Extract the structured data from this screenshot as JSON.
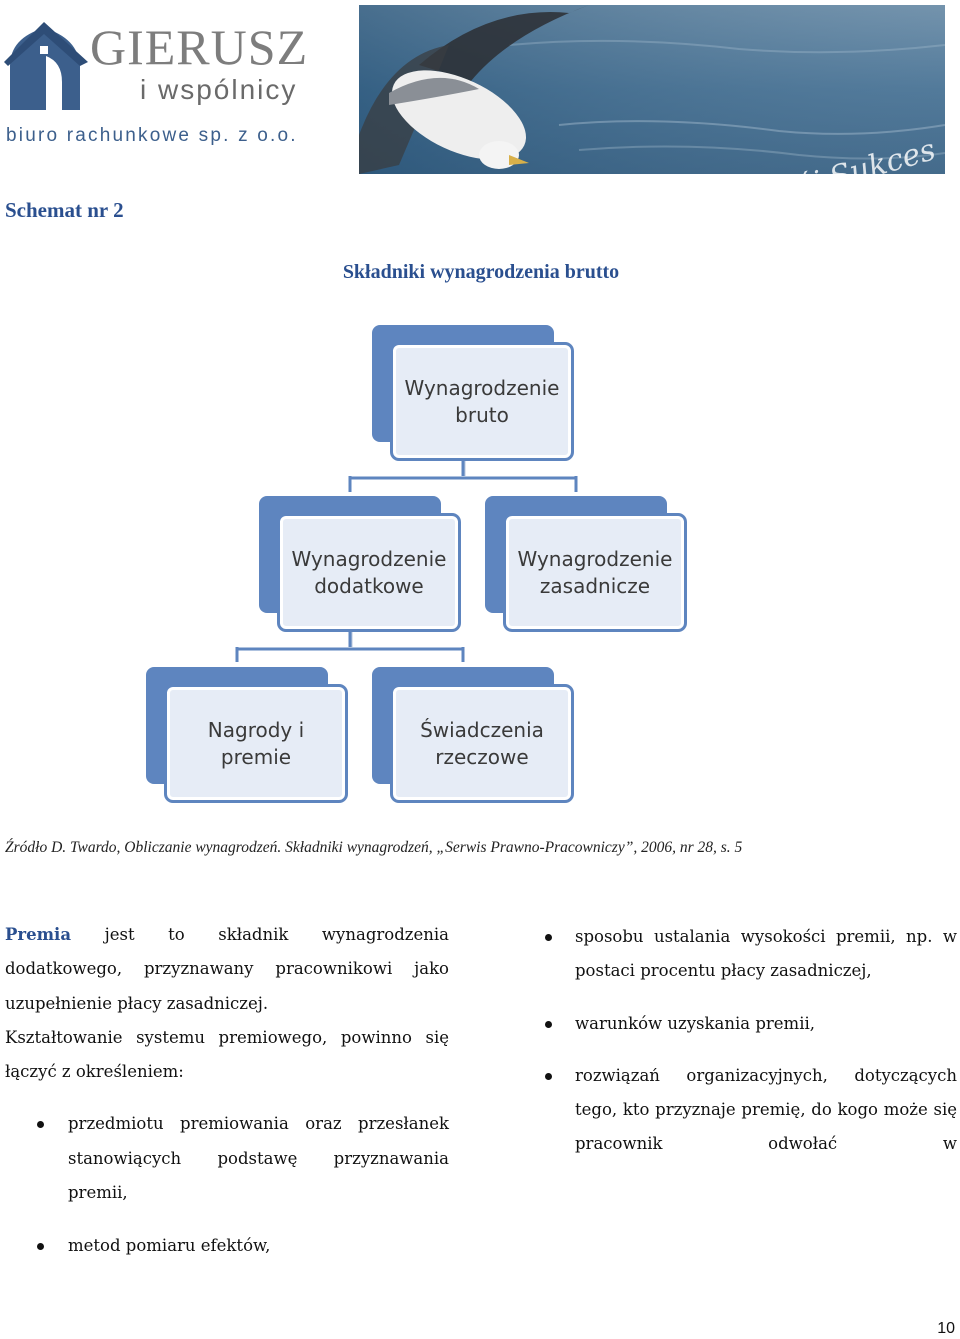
{
  "header": {
    "logo": {
      "name": "GIERUSZ",
      "sub": "i wspólnicy",
      "tagline": "biuro rachunkowe sp. z o.o."
    },
    "banner_slogan": "Wyliczymy Twój Sukces",
    "colors": {
      "brand_blue": "#2a4f8f",
      "diagram_blue": "#5e85bf",
      "box_fill": "#e6ecf6"
    }
  },
  "schemat_label": "Schemat nr 2",
  "diagram": {
    "title": "Składniki wynagrodzenia brutto",
    "nodes": {
      "root": "Wynagrodzenie\nbruto",
      "dodatkowe": "Wynagrodzenie\ndodatkowe",
      "zasadnicze": "Wynagrodzenie\nzasadnicze",
      "nagrody": "Nagrody i\npremie",
      "swiadczenia": "Świadczenia\nrzeczowe"
    }
  },
  "source": "Źródło D. Twardo, Obliczanie wynagrodzeń. Składniki wynagrodzeń, „Serwis Prawno-Pracowniczy”, 2006, nr 28, s. 5",
  "body": {
    "intro_term": "Premia",
    "intro_rest": " jest to składnik wynagrodzenia dodatkowego, przyznawany pracownikowi jako uzupełnienie płacy zasadniczej.",
    "para2": "Kształtowanie systemu premiowego, powinno się łączyć z określeniem:",
    "bullets_left": [
      "przedmiotu premiowania oraz przesłanek stanowiących podstawę przyznawania premii,"
    ],
    "bullets_right": [
      "sposobu ustalania wysokości premii, np. w postaci procentu płacy zasadniczej,",
      "warunków uzyskania premii,",
      "rozwiązań organizacyjnych, dotyczących tego, kto przyznaje premię, do kogo może się pracownik odwołać w"
    ],
    "bullet_bottom": "metod pomiaru efektów,"
  },
  "page_number": "10"
}
